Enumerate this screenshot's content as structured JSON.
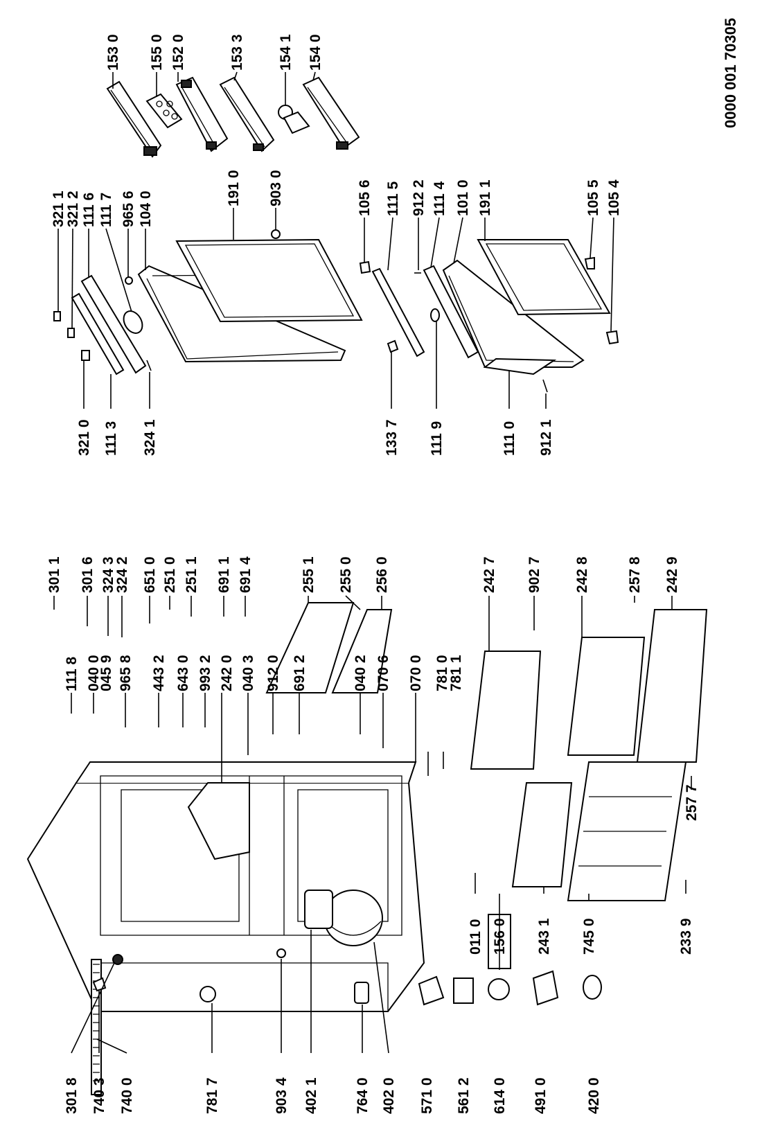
{
  "document_number": "0000 001 70305",
  "labels": {
    "l1530": "153 0",
    "l1550": "155 0",
    "l1520": "152 0",
    "l1533": "153 3",
    "l1541": "154 1",
    "l1540": "154 0",
    "l3211": "321 1",
    "l3212": "321 2",
    "l1116": "111 6",
    "l1117": "111 7",
    "l9656": "965 6",
    "l1040": "104 0",
    "l1910": "191 0",
    "l9030": "903 0",
    "l1056": "105 6",
    "l1115": "111 5",
    "l9122": "912 2",
    "l1114": "111 4",
    "l1010": "101 0",
    "l1911": "191 1",
    "l1055": "105 5",
    "l1054": "105 4",
    "l3210": "321 0",
    "l1113": "111 3",
    "l3241": "324 1",
    "l1337": "133 7",
    "l1119": "111 9",
    "l1110": "111 0",
    "l9121": "912 1",
    "l3011": "301 1",
    "l3016": "301 6",
    "l3243": "324 3",
    "l3242": "324 2",
    "l6510": "651 0",
    "l2510": "251 0",
    "l2511": "251 1",
    "l6911": "691 1",
    "l6914": "691 4",
    "l2551": "255 1",
    "l2550": "255 0",
    "l2560": "256 0",
    "l2427": "242 7",
    "l9027": "902 7",
    "l2428": "242 8",
    "l2578": "257 8",
    "l2429": "242 9",
    "l1118": "111 8",
    "l0400": "040 0",
    "l0459": "045 9",
    "l9658": "965 8",
    "l4432": "443 2",
    "l6430": "643 0",
    "l9932": "993 2",
    "l2420": "242 0",
    "l0403": "040 3",
    "l9120": "912 0",
    "l6912": "691 2",
    "l0402": "040 2",
    "l0706": "070 6",
    "l0700": "070 0",
    "l7810": "781 0",
    "l7811": "781 1",
    "l0110": "011 0",
    "l1560": "156 0",
    "l2431": "243 1",
    "l7450": "745 0",
    "l2339": "233 9",
    "l2577": "257 7",
    "l3018": "301 8",
    "l7403": "740 3",
    "l7400": "740 0",
    "l7817": "781 7",
    "l9034": "903 4",
    "l4021": "402 1",
    "l7640": "764 0",
    "l4020": "402 0",
    "l5710": "571 0",
    "l5612": "561 2",
    "l6140": "614 0",
    "l4910": "491 0",
    "l4200": "420 0"
  }
}
